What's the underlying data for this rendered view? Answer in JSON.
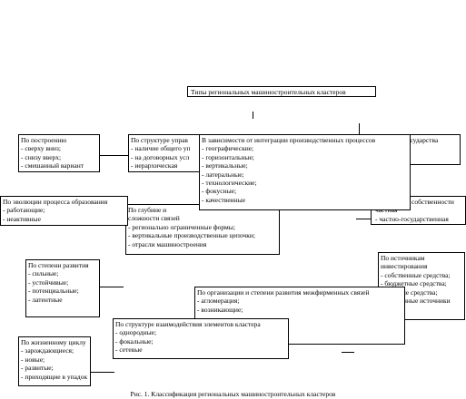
{
  "title": "Типы региональных машиностроительных кластеров",
  "caption": "Рис. 1. Классификация региональных машиностроительных кластеров",
  "boxes": {
    "construction": {
      "heading": "По построению",
      "items": [
        "- сверху вниз;",
        "- снизу вверх;",
        "- смешанный вариант"
      ]
    },
    "structure": {
      "heading": "По структуре управ",
      "items": [
        "- наличие общего уп",
        "- на договорных усл",
        "- иерархическая"
      ]
    },
    "integration": {
      "heading": "В зависимости от интеграции производственных процессов",
      "items": [
        "- географические;",
        "- горизонтальные;",
        "- вертикальные;",
        "- латеральные;",
        "- технологические;",
        "- фокусные;",
        "- качественные"
      ]
    },
    "state": {
      "heading": "о государства",
      "items": [
        "",
        "е"
      ]
    },
    "evolution": {
      "heading": "По эволюции процесса образования",
      "items": [
        "- работающие;",
        "- неактивные"
      ]
    },
    "depth": {
      "heading": "По глубине и",
      "items": [
        "сложности связей",
        "- регионально ограниченные формы;",
        "- вертикальные производственные цепочки;",
        "- отрасли машиностроения"
      ]
    },
    "ownership": {
      "heading": "собственности",
      "items": [
        "частная",
        "- частно-государственная"
      ]
    },
    "development": {
      "heading": "По степени развития",
      "items": [
        "- сильные;",
        "- устойчивые;",
        "- потенциальные;",
        "- латентные"
      ]
    },
    "funding": {
      "heading": "По источникам",
      "items": [
        "инвестирования",
        "- собственные средства;",
        "- бюджетные средства;",
        "- заемные средства;",
        "- смешанные источники"
      ]
    },
    "organization": {
      "heading": "По организации и степени развития межфирменных связей",
      "items": [
        "- агломерация;",
        "- возникающие;"
      ]
    },
    "interaction": {
      "heading": "По структуре взаимодействия элементов кластера",
      "items": [
        "- однородные;",
        "- фокальные;",
        "- сетевые"
      ]
    },
    "lifecycle": {
      "heading": "По жизненному циклу",
      "items": [
        "- зарождающиеся;",
        "- новые;",
        "- развитые;",
        "- приходящие в упадок"
      ]
    }
  }
}
